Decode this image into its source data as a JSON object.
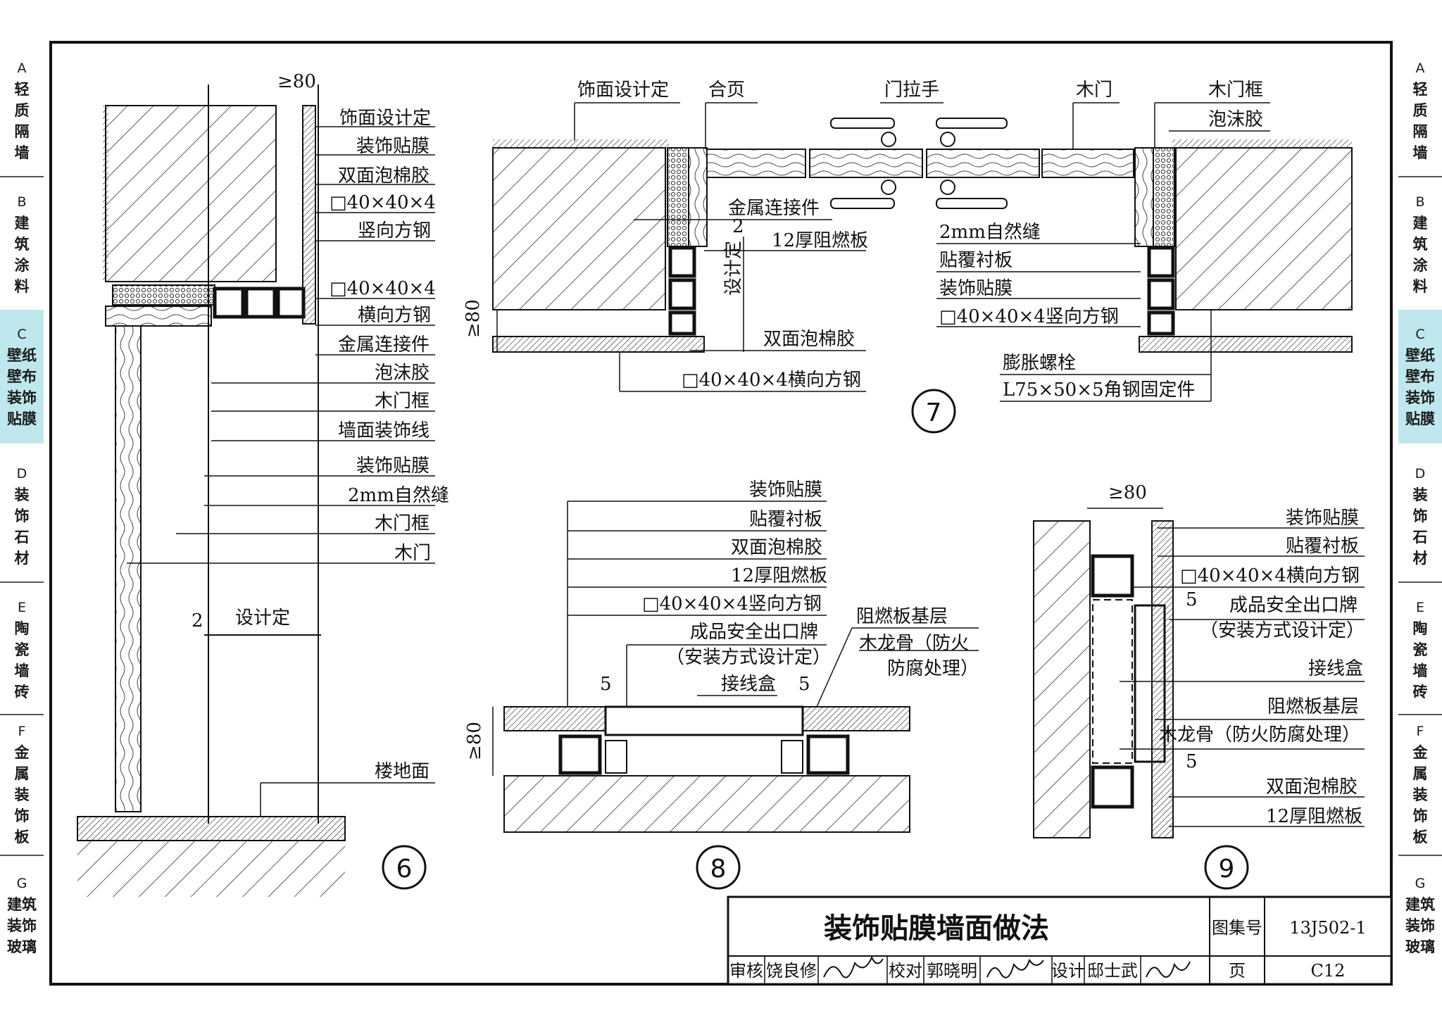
{
  "side_tabs": [
    {
      "letter": "A",
      "chars": [
        "轻",
        "质",
        "隔",
        "墙"
      ]
    },
    {
      "letter": "B",
      "chars": [
        "建",
        "筑",
        "涂",
        "料"
      ]
    },
    {
      "letter": "C",
      "chars": [
        "壁纸",
        "壁布",
        "装饰",
        "贴膜"
      ],
      "active": true
    },
    {
      "letter": "D",
      "chars": [
        "装",
        "饰",
        "石",
        "材"
      ]
    },
    {
      "letter": "E",
      "chars": [
        "陶",
        "瓷",
        "墙",
        "砖"
      ]
    },
    {
      "letter": "F",
      "chars": [
        "金",
        "属",
        "装",
        "饰",
        "板"
      ]
    },
    {
      "letter": "G",
      "chars": [
        "建筑",
        "装饰",
        "玻璃"
      ]
    }
  ],
  "detail6": {
    "number": "6",
    "dim_top": "≥80",
    "dim_gap": "2",
    "dim_design": "设计定",
    "labels": [
      "饰面设计定",
      "装饰贴膜",
      "双面泡棉胶",
      "□40×40×4",
      "竖向方钢",
      "□40×40×4",
      "横向方钢",
      "金属连接件",
      "泡沫胶",
      "木门框",
      "墙面装饰线",
      "装饰贴膜",
      "2mm自然缝",
      "木门框",
      "木门"
    ],
    "floor_label": "楼地面"
  },
  "detail7": {
    "number": "7",
    "top_labels": [
      "饰面设计定",
      "合页",
      "门拉手",
      "木门",
      "木门框",
      "泡沫胶"
    ],
    "left_labels": [
      "金属连接件",
      "12厚阻燃板",
      "双面泡棉胶",
      "□40×40×4横向方钢"
    ],
    "right_labels": [
      "2mm自然缝",
      "贴覆衬板",
      "装饰贴膜",
      "□40×40×4竖向方钢",
      "膨胀螺栓",
      "L75×50×5角钢固定件"
    ],
    "dim_2": "2",
    "dim_design": "设计定",
    "dim_80": "≥80"
  },
  "detail8": {
    "number": "8",
    "labels": [
      "装饰贴膜",
      "贴覆衬板",
      "双面泡棉胶",
      "12厚阻燃板",
      "□40×40×4竖向方钢",
      "成品安全出口牌",
      "（安装方式设计定）",
      "接线盒"
    ],
    "right_labels": [
      "阻燃板基层",
      "木龙骨（防火",
      "防腐处理）"
    ],
    "dim_5a": "5",
    "dim_5b": "5",
    "dim_80": "≥80"
  },
  "detail9": {
    "number": "9",
    "dim_80": "≥80",
    "labels": [
      "装饰贴膜",
      "贴覆衬板",
      "□40×40×4横向方钢",
      "成品安全出口牌",
      "（安装方式设计定）",
      "接线盒",
      "阻燃板基层",
      "木龙骨（防火防腐处理）",
      "双面泡棉胶",
      "12厚阻燃板"
    ],
    "dim_5a": "5",
    "dim_5b": "5"
  },
  "title_block": {
    "title": "装饰贴膜墙面做法",
    "atlas_label": "图集号",
    "atlas_no": "13J502-1",
    "page_label": "页",
    "page_no": "C12",
    "review_label": "审核",
    "reviewer": "饶良修",
    "check_label": "校对",
    "checker": "郭晓明",
    "design_label": "设计",
    "designer": "邸士武"
  }
}
